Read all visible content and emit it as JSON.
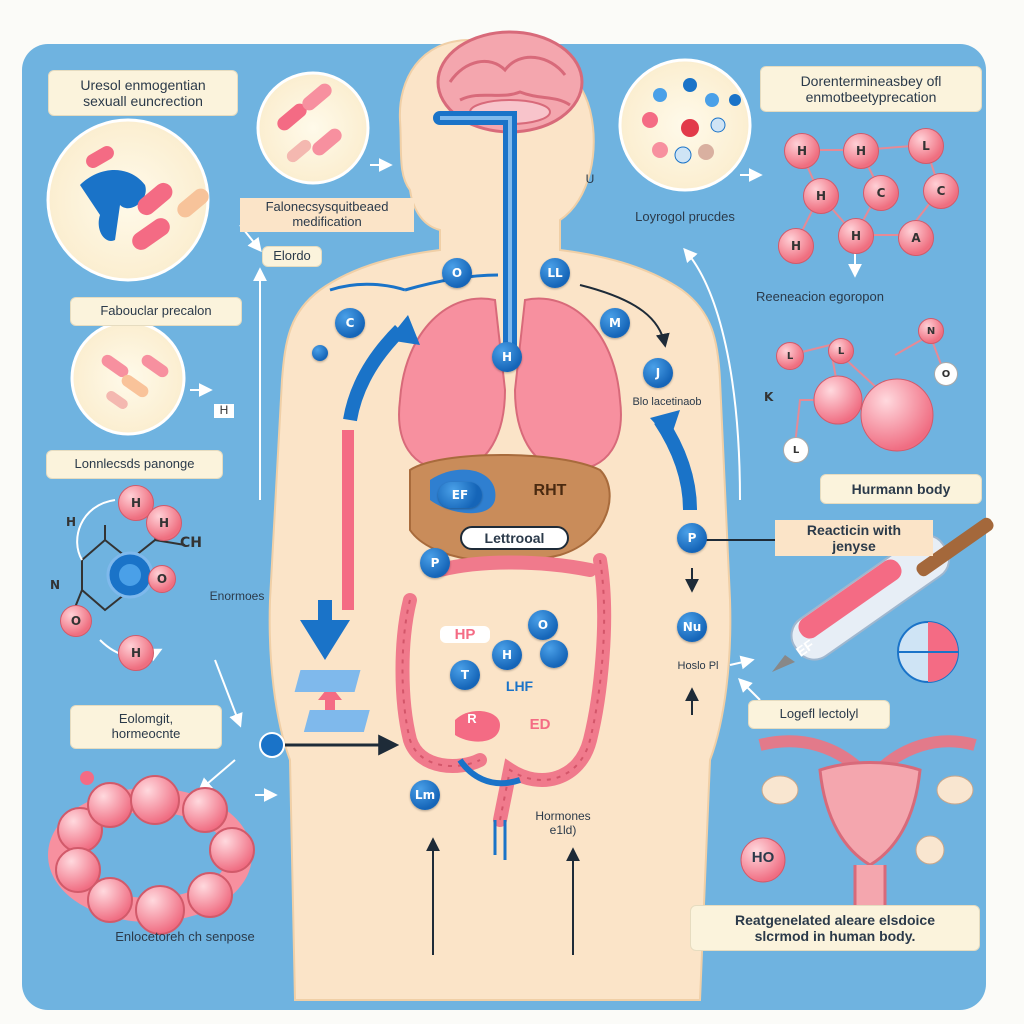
{
  "labels": {
    "top_left": "Uresol enmogentian\nsexuall euncrection",
    "top_right": "Dorentermineasbey ofl\nenmotbeetyprecation",
    "mid_left_a": "Falonecsysquitbeaed\nmedification",
    "mid_left_b": "Elordo",
    "pill_left": "Fabouclar precalon",
    "pill_left2": "Lonnlecsds panonge",
    "hormone_left": "Enormoes",
    "hexagon_left": "Eolomgit,\nhormeocnte",
    "ring_left": "Enlocetoreh ch senpose",
    "top_center": "Loyrogol prucdes",
    "redn": "Reeneacion egoropon",
    "human_body": "Hurmann body",
    "reaction": "Reacticin with\njenyse",
    "blood": "Blo lacetinaob",
    "liver_a": "EF",
    "liver_b": "RHT",
    "lettroool": "Lettrooal",
    "hormones_lower": "Hormones\ne1ld)",
    "hoslo": "Hoslo Pl",
    "logof": "Logefl lectolyl",
    "bottom_right": "Reatgenelated aleare elsdoice\nslcrmod in human body.",
    "ho": "HO",
    "h_arrow": "H",
    "u_top": "U"
  },
  "nodes": {
    "n1": "O",
    "n2": "LL",
    "n3": "C",
    "n4": "M",
    "n5": "J",
    "n6": "H",
    "n7": "EF",
    "n8": "P",
    "n9": "P",
    "n10": "Nu",
    "n11": "T",
    "n12": "O",
    "n13": "Lm",
    "n14": "H",
    "n15": "HP"
  },
  "gut": {
    "lhf": "LHF",
    "ed": "ED",
    "r": "R"
  },
  "syringe": {
    "label": "EF"
  },
  "molecule_right": [
    "H",
    "H",
    "L",
    "H",
    "C",
    "C",
    "H",
    "H",
    "A"
  ],
  "molecule_right2": [
    "N",
    "L",
    "L",
    "O",
    "K",
    "L"
  ],
  "molecule_left": [
    "H",
    "H",
    "CH",
    "N",
    "O",
    "H",
    "O",
    "H"
  ],
  "colors": {
    "bg": "#6fb3e0",
    "skin": "#fbe4c8",
    "blue": "#1a73c8",
    "pink": "#f46b84"
  }
}
